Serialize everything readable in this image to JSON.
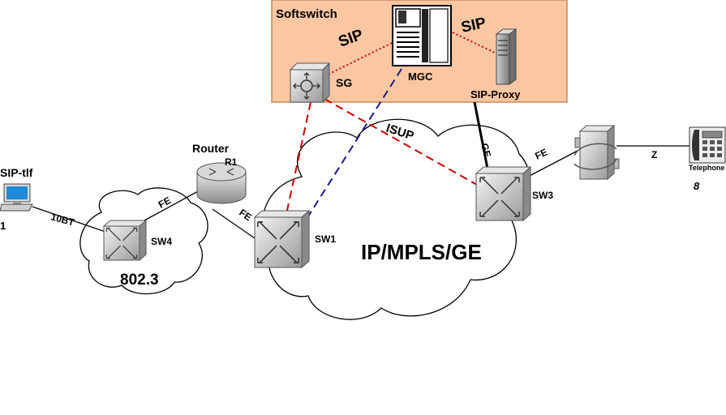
{
  "softswitch": {
    "title": "Softswitch",
    "fill": "#fbc7a3",
    "stroke": "#c9875a"
  },
  "clouds": {
    "core_label": "IP/MPLS/GE",
    "access_label": "802.3"
  },
  "nodes": {
    "sg": "SG",
    "mgc": "MGC",
    "sip_proxy": "SIP-Proxy",
    "router_name": "Router",
    "router_id": "R1",
    "sw1": "SW1",
    "sw3": "SW3",
    "sw4": "SW4",
    "sip_terminal": "SIP-tlf",
    "sip_terminal_num": "1",
    "telephone": "Telephone",
    "telephone_num": "8"
  },
  "links": {
    "sip_left": "SIP",
    "sip_right": "SIP",
    "isup": "ISUP",
    "ge": "GE",
    "fe_router_sw4": "FE",
    "fe_router_sw1": "FE",
    "fe_sw3_conv": "FE",
    "tenbt": "10BT",
    "z": "Z"
  },
  "colors": {
    "sip_link": "#cc0000",
    "isup_link": "#cc0000",
    "mgc_link": "#1a1a8c",
    "isup_text": "#cc0000"
  }
}
